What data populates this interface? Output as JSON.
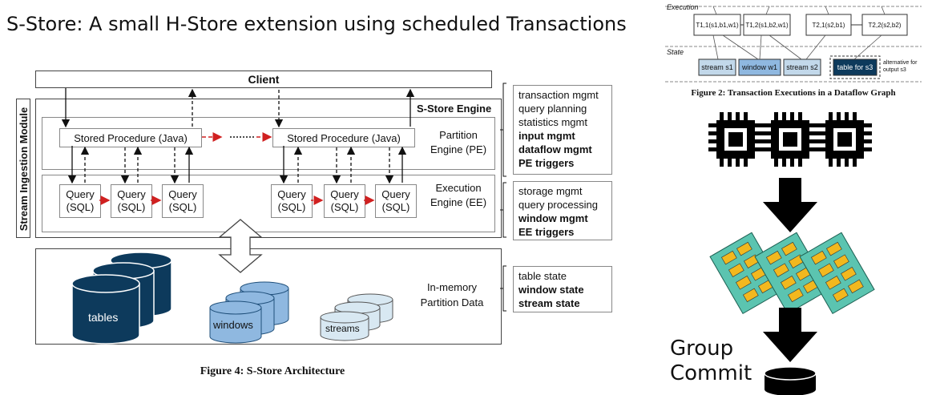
{
  "title": "S-Store: A small H-Store extension using scheduled Transactions",
  "architecture": {
    "client": "Client",
    "engine": "S-Store Engine",
    "ingestion": "Stream Ingestion Module",
    "stored_proc_1": "Stored Procedure (Java)",
    "stored_proc_2": "Stored Procedure (Java)",
    "pe_label": "Partition Engine (PE)",
    "ee_label": "Execution Engine (EE)",
    "query_l1": "Query",
    "query_l2": "(SQL)",
    "mem_label": "In-memory Partition Data",
    "tables": "tables",
    "windows": "windows",
    "streams": "streams",
    "caption": "Figure 4: S-Store Architecture"
  },
  "pe_features": [
    {
      "text": "transaction mgmt",
      "bold": false
    },
    {
      "text": "query planning",
      "bold": false
    },
    {
      "text": "statistics mgmt",
      "bold": false
    },
    {
      "text": "input mgmt",
      "bold": true
    },
    {
      "text": "dataflow mgmt",
      "bold": true
    },
    {
      "text": "PE triggers",
      "bold": true
    }
  ],
  "ee_features": [
    {
      "text": "storage mgmt",
      "bold": false
    },
    {
      "text": "query processing",
      "bold": false
    },
    {
      "text": "window mgmt",
      "bold": true
    },
    {
      "text": "EE triggers",
      "bold": true
    }
  ],
  "data_features": [
    {
      "text": "table state",
      "bold": false
    },
    {
      "text": "window state",
      "bold": true
    },
    {
      "text": "stream state",
      "bold": true
    }
  ],
  "dataflow": {
    "execution": "Execution",
    "state": "State",
    "t11": "T1,1(s1,b1,w1)",
    "t12": "T1,2(s1,b2,w1)",
    "t21": "T2,1(s2,b1)",
    "t22": "T2,2(s2,b2)",
    "stream_s1": "stream s1",
    "window_w1": "window w1",
    "stream_s2": "stream s2",
    "table_s3": "table for s3",
    "alternative": "alternative for output s3",
    "caption": "Figure 2: Transaction Executions in a Dataflow Graph"
  },
  "group_commit": "Group Commit",
  "colors": {
    "dark_blue": "#0d3a5c",
    "light_blue": "#8fb8e0",
    "pale_blue": "#d8e8f2",
    "red_arrow": "#d02020",
    "chip": "#000000",
    "ram_green": "#5bc4b0",
    "ram_chip": "#f2b81e"
  }
}
